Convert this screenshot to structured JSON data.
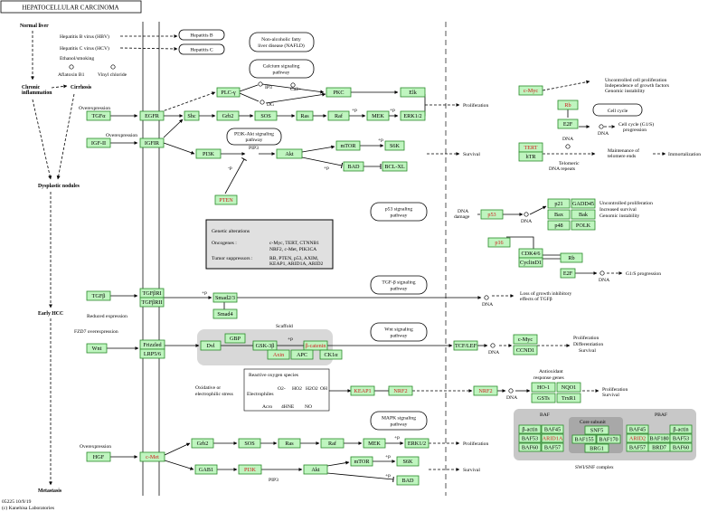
{
  "title": "HEPATOCELLULAR CARCINOMA",
  "stages": [
    "Normal liver",
    "Chronic inflammation",
    "Cirrhosis",
    "Dysplastic nodules",
    "Early HCC",
    "Metastasis"
  ],
  "risk_factors": [
    "Hepatitis B virus (HBV)",
    "Hepatitis C virus (HCV)",
    "Ethanol/smoking",
    "Aflatoxin B1",
    "Vinyl chloride"
  ],
  "pathways": {
    "hep_b": "Hepatitis B",
    "hep_c": "Hepatitis C",
    "nafld": [
      "Non-alcoholic fatty",
      "liver disease (NAFLD)"
    ],
    "calcium": [
      "Calcium signaling",
      "pathway"
    ],
    "pi3k": [
      "PI3K-Akt signaling",
      "pathway"
    ],
    "p53": [
      "p53 signaling",
      "pathway"
    ],
    "tgf": [
      "TGF-β signaling",
      "pathway"
    ],
    "wnt": [
      "Wnt signaling",
      "pathway"
    ],
    "mapk": [
      "MAPK signaling",
      "pathway"
    ],
    "cell_cycle": "Cell cycle"
  },
  "genetic": {
    "title": "Genetic alterations",
    "onc_label": "Oncogenes :",
    "onc": [
      "c-Myc, TERT, CTNNB1",
      "NRF2, c-Met, PIK3CA"
    ],
    "sup_label": "Tumor suppressors :",
    "sup": [
      "RB, PTEN, p53, AXIM,",
      "KEAP1, ARID1A, ARID2"
    ]
  },
  "outcomes": {
    "proliferation": "Proliferation",
    "survival": "Survival",
    "immortalization": "Immortalization",
    "uncontrolled": [
      "Uncontrolled cell proliferation",
      "Independence of growth factors",
      "Genomic instability"
    ],
    "cc": [
      "Cell cycle (G1/S)",
      "progression"
    ],
    "maintenance": [
      "Maintenance of",
      "telomere ends"
    ],
    "p53out": [
      "Uncontrolled proliferation",
      "Increased survival",
      "Genomic instability"
    ],
    "g1s": "G1/S progression",
    "tgfloss": [
      "Loss of growth inhibitory",
      "effects of TGFβ"
    ],
    "pds": [
      "Proliferation",
      "Differentiation",
      "Survival"
    ],
    "ps": [
      "Proliferation",
      "Survival"
    ]
  },
  "labels": {
    "overexp": "Overexpression",
    "reduced": "Reduced expression",
    "fzd7": "FZD7 overexpression",
    "dna": "DNA",
    "dna_damage": "DNA damage",
    "telomeric": [
      "Telomeric",
      "DNA repeats"
    ],
    "scaffold": "Scaffold",
    "ros": "Reactive oxygen species",
    "ros_items": [
      "O2-",
      "HO2",
      "H2O2",
      "OH"
    ],
    "oxid": [
      "Oxidative or",
      "electrophilic stress"
    ],
    "electro": "Electrophiles",
    "electro_items": [
      "Acro",
      "4HNE",
      "NO"
    ],
    "antiox": [
      "Antioxidant",
      "response genes"
    ],
    "ip3": "IP3",
    "ca": "Ca2+",
    "dg": "DG",
    "pip3": "PIP3",
    "p": "+p",
    "p_minus": "-p",
    "baf": "BAF",
    "pbaf": "PBAF",
    "core": "Core subunit",
    "swisnf": "SWI/SNF complex",
    "footer1": "05225 10/9/19",
    "footer2": "(c) Kanehisa Laboratories"
  },
  "genes": {
    "TGFa": "TGFα",
    "EGFR": "EGFR",
    "PLCg": "PLC-γ",
    "PKC": "PKC",
    "Elk": "Elk",
    "Shc": "Shc",
    "Grb2": "Grb2",
    "SOS": "SOS",
    "Ras": "Ras",
    "Raf": "Raf",
    "MEK": "MEK",
    "ERK": "ERK1/2",
    "IGFII": "IGF-II",
    "IGFIR": "IGFIR",
    "PI3K": "PI3K",
    "Akt": "Akt",
    "mTOR": "mTOR",
    "S6K": "S6K",
    "BAD": "BAD",
    "BCLXL": "BCL-XL",
    "PTEN": "PTEN",
    "cMyc": "c-Myc",
    "Rb": "Rb",
    "E2F": "E2F",
    "TERT": "TERT",
    "hTR": "hTR",
    "p53": "p53",
    "p21": "p21",
    "GADD45": "GADD45",
    "Bax": "Bax",
    "Bak": "Bak",
    "p48": "p48",
    "POLK": "POLK",
    "p16": "p16",
    "CDK46": "CDK4/6",
    "CyclinD1": "CyclinD1",
    "TGFb": "TGFβ",
    "TGFbRI": "TGFβRI",
    "TGFbRII": "TGFβRII",
    "Smad23": "Smad2/3",
    "Smad4": "Smad4",
    "Wnt": "Wnt",
    "Frizzled": "Frizzled",
    "LRP56": "LRP5/6",
    "Dvl": "Dvl",
    "GBP": "GBP",
    "GSK3b": "GSK-3β",
    "bcat": "β-catenin",
    "Axin": "Axin",
    "APC": "APC",
    "CK1a": "CK1α",
    "TCFLEF": "TCF/LEF",
    "CCND1": "CCND1",
    "KEAP1": "KEAP1",
    "NRF2": "NRF2",
    "HO1": "HO-1",
    "NQO1": "NQO1",
    "GSTs": "GSTs",
    "TrxR1": "TrxR1",
    "HGF": "HGF",
    "cMet": "c-Met",
    "GAB1": "GAB1",
    "bactin": "β-actin",
    "BAF45": "BAF45",
    "BAF53": "BAF53",
    "ARID1A": "ARID1A",
    "BAF60": "BAF60",
    "BAF57": "BAF57",
    "SNF5": "SNF5",
    "BAF155": "BAF155",
    "BAF170": "BAF170",
    "BRG1": "BRG1",
    "ARID2": "ARID2",
    "BAF180": "BAF180",
    "BRD7": "BRD7"
  }
}
